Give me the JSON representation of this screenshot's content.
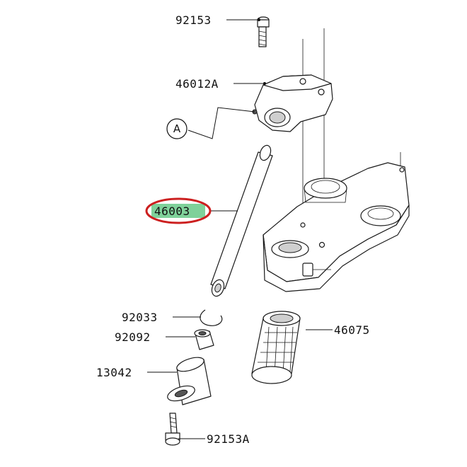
{
  "diagram": {
    "callouts": [
      {
        "id": "bolt-top",
        "label": "92153"
      },
      {
        "id": "clamp-upper",
        "label": "46012A"
      },
      {
        "id": "handlebar-pipe",
        "label": "46003",
        "highlighted": true
      },
      {
        "id": "circlip",
        "label": "92033"
      },
      {
        "id": "collar",
        "label": "92092"
      },
      {
        "id": "bar-end-weight",
        "label": "13042"
      },
      {
        "id": "bolt-bottom",
        "label": "92153A"
      },
      {
        "id": "grip",
        "label": "46075"
      }
    ],
    "reference_marker": "A",
    "colors": {
      "highlight_fill": "#7fd19a",
      "highlight_ring": "#cc1f1f",
      "line": "#111111"
    }
  }
}
